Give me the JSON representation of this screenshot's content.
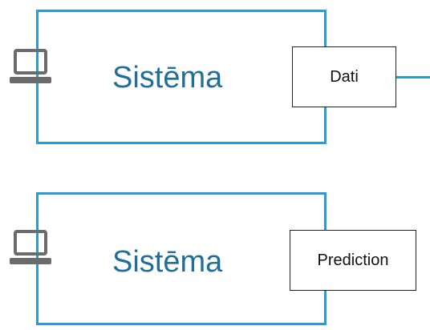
{
  "colors": {
    "frame_border": "#2b9bd4",
    "label_text": "#1f6f99",
    "box_border": "#222222",
    "laptop_icon": "#6b6b6b"
  },
  "icons": {
    "device": "laptop-icon"
  },
  "systems": [
    {
      "label": "Sistēma",
      "box_label": "Dati"
    },
    {
      "label": "Sistēma",
      "box_label": "Prediction"
    }
  ]
}
